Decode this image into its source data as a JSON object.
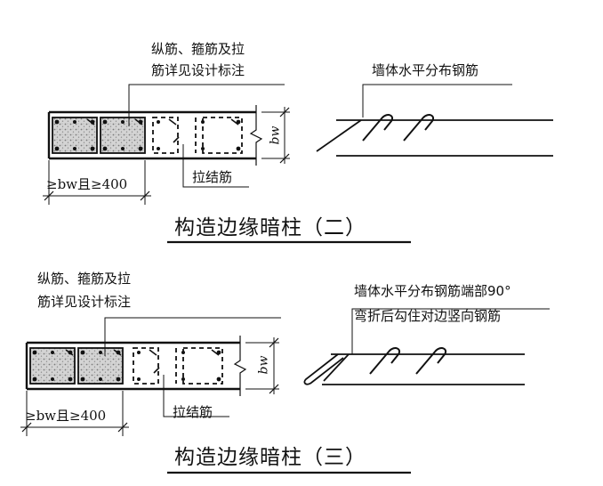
{
  "colors": {
    "ink": "#111111",
    "concrete_fill": "#cfcfcf",
    "background": "#ffffff"
  },
  "watermark": "",
  "diagram2": {
    "title": "构造边缘暗柱（二）",
    "label_long_bars_line1": "纵筋、箍筋及拉",
    "label_long_bars_line2": "筋详见设计标注",
    "label_wall_bars": "墙体水平分布钢筋",
    "label_tie_bars": "拉结筋",
    "dim_length": "≥bw且≥400",
    "dim_thickness": "bw"
  },
  "diagram3": {
    "title": "构造边缘暗柱（三）",
    "label_long_bars_line1": "纵筋、箍筋及拉",
    "label_long_bars_line2": "筋详见设计标注",
    "label_wall_bars_line1": "墙体水平分布钢筋端部90°",
    "label_wall_bars_line2": "弯折后勾住对边竖向钢筋",
    "label_tie_bars": "拉结筋",
    "dim_length": "≥bw且≥400",
    "dim_thickness": "bw"
  }
}
